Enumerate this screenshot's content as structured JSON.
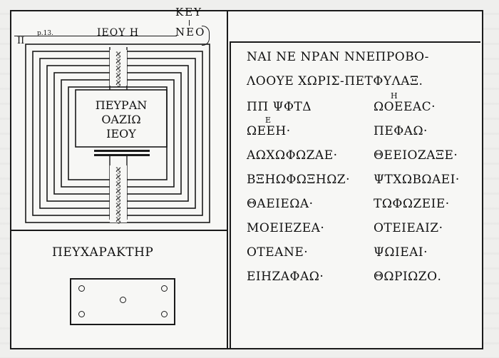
{
  "page_number": "p.13.",
  "margin_mark": "II",
  "seal_title": "ΙΕΟΥ Η",
  "key_top": "ΚΕΥ",
  "key_bottom": "ΝΕΟ",
  "inner_name": [
    "ΠΕΥΡΑΝ",
    "ΟΑΖΙΩ",
    "ΙΕΟΥ"
  ],
  "chain_upper": [
    "ϗ",
    "ϗ",
    "ϗ",
    "ϗ",
    "ϗ"
  ],
  "chain_lower": [
    "ϗ",
    "ϗ",
    "ϗ",
    "ϗ",
    "ϗ",
    "ϗ",
    "ϗ",
    "ϗ"
  ],
  "character_label": "ΠΕΥΧΑΡΑΚΤΗΡ",
  "text_lines": {
    "line1": "ΝΑΙ ΝΕ ΝΡΑΝ ΝΝΕΠΡΟΒΟ-",
    "line2": "ΛΟΟΥΕ ΧΩΡΙΣ-ΠΕΤΦΥΛΑΞ.",
    "line3_left": "ΠΠ ΨΦΤΔ",
    "line3_right": "ΩΟΕΕΑϹ·",
    "line3_right_sup": "Η",
    "line4_left": "ΩΕΕΗ·",
    "line4_left_sup": "Ε",
    "line4_right": "ΠΕΦΑΩ·",
    "line5_left": "ΑΩΧΩΦΩΖΑΕ·",
    "line5_right": "ΘΕΕΙΟΖΑΞΕ·",
    "line6_left": "ΒΞΗΩΦΩΞΗΩΖ·",
    "line6_right": "ΨΤΧΩΒΩΑΕΙ·",
    "line7_left": "ΘΑΕΙΕΩΑ·",
    "line7_right": "ΤΩΦΩΖΕΙΕ·",
    "line8_left": "ΜΟΕΙΕΖΕΑ·",
    "line8_right": "ΟΤΕΙΕΑΙΖ·",
    "line9_left": "ΟΤΕΑΝΕ·",
    "line9_right": "ΨΩΙΕΑΙ·",
    "line10_left": "ΕΙΗΖΑΦΑΩ·",
    "line10_right": "ΘΩΡΙΩΖΟ."
  }
}
